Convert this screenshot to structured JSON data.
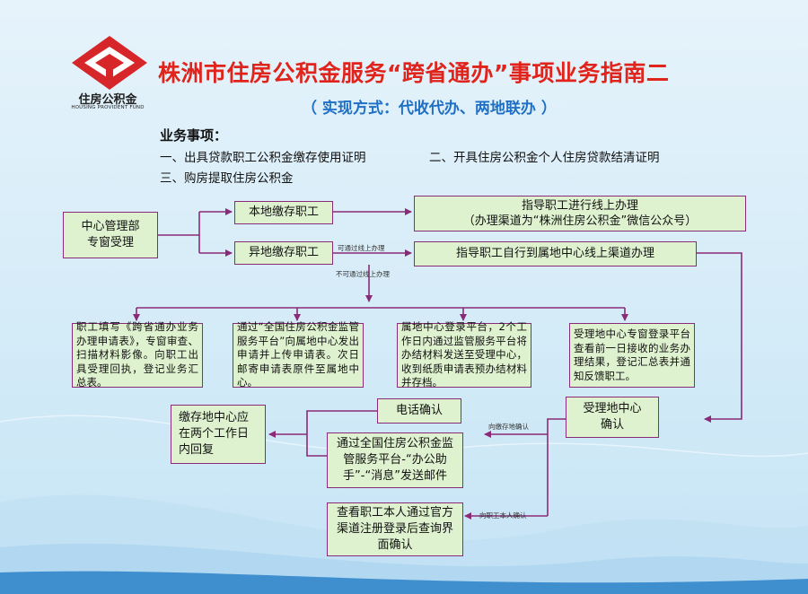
{
  "header": {
    "title": "株洲市住房公积金服务“跨省通办”事项业务指南二",
    "subtitle": "（ 实现方式：代收代办、两地联办 ）",
    "logo_cn": "住房公积金",
    "logo_en": "HOUSING PROVIDENT FUND"
  },
  "matters": {
    "heading": "业务事项：",
    "items": [
      "一、出具贷款职工公积金缴存使用证明",
      "二、开具住房公积金个人住房贷款结清证明",
      "三、购房提取住房公积金"
    ]
  },
  "flow": {
    "center_window": "中心管理部\n专窗受理",
    "local_employee": "本地缴存职工",
    "remote_employee": "异地缴存职工",
    "online_guide": "指导职工进行线上办理\n（办理渠道为“株洲住房公积金”微信公众号）",
    "self_online": "指导职工自行到属地中心线上渠道办理",
    "can_online": "可通过线上办理",
    "cannot_online": "不可通过线上办理",
    "step1": "职工填写《跨省通办业务办理申请表》，专窗审查、扫描材料影像。向职工出具受理回执，登记业务汇总表。",
    "step2": "通过“全国住房公积金监管服务平台”向属地中心发出申请并上传申请表。次日邮寄申请表原件至属地中心。",
    "step3": "属地中心登录平台，2个工作日内通过监管服务平台将办结材料发送至受理中心，收到纸质申请表预办结材料并存档。",
    "step4": "受理地中心专窗登录平台查看前一日接收的业务办理结果，登记汇总表并通知反馈职工。",
    "confirm_center": "受理地中心\n确认",
    "to_remote_center": "向缴存地确认",
    "to_employee": "向职工本人确认",
    "phone_confirm": "电话确认",
    "platform_confirm": "通过全国住房公积金监管服务平台-“办公助手”-“消息”发送邮件",
    "reply": "缴存地中心应在两个工作日内回复",
    "self_check": "查看职工本人通过官方渠道注册登录后查询界面确认"
  },
  "colors": {
    "title_red": "#e0231b",
    "subtitle_blue": "#1f6fc4",
    "box_fill": "#dff2cf",
    "box_border": "#8a2b77",
    "arrow": "#8a2b77"
  }
}
